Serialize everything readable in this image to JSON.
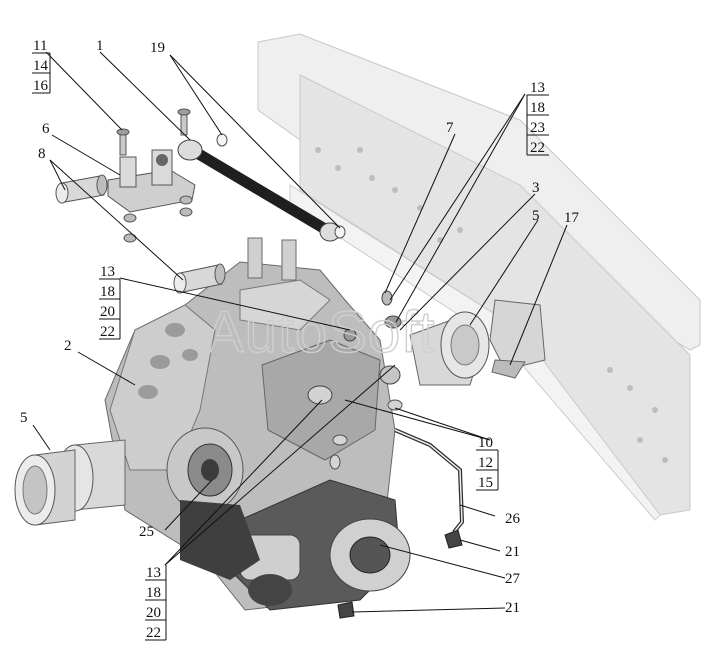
{
  "watermark": "AutoSoft",
  "labels": {
    "l11": "11",
    "l14a": "14",
    "l16": "16",
    "l1": "1",
    "l19": "19",
    "l6": "6",
    "l8": "8",
    "l13a": "13",
    "l18a": "18",
    "l23": "23",
    "l22a": "22",
    "l7": "7",
    "l3": "3",
    "l5a": "5",
    "l17": "17",
    "l13b": "13",
    "l18b": "18",
    "l20a": "20",
    "l22b": "22",
    "l2": "2",
    "l5b": "5",
    "l10": "10",
    "l12": "12",
    "l15": "15",
    "l26": "26",
    "l21a": "21",
    "l25": "25",
    "l27": "27",
    "l21b": "21",
    "l13c": "13",
    "l18c": "18",
    "l20b": "20",
    "l22c": "22"
  },
  "colors": {
    "frame": "#ececec",
    "housing": "#b9b9b9",
    "dark": "#4a4a4a",
    "lines": "#111111"
  }
}
